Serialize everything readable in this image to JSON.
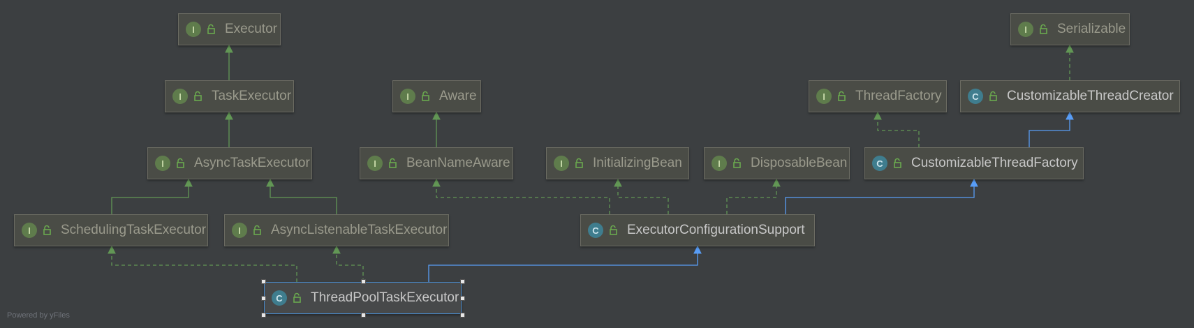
{
  "diagram": {
    "nodes": [
      {
        "id": "executor",
        "label": "Executor",
        "kind": "I"
      },
      {
        "id": "serializable",
        "label": "Serializable",
        "kind": "I"
      },
      {
        "id": "task-executor",
        "label": "TaskExecutor",
        "kind": "I"
      },
      {
        "id": "aware",
        "label": "Aware",
        "kind": "I"
      },
      {
        "id": "thread-factory",
        "label": "ThreadFactory",
        "kind": "I"
      },
      {
        "id": "customizable-thread-creator",
        "label": "CustomizableThreadCreator",
        "kind": "C"
      },
      {
        "id": "async-task-executor",
        "label": "AsyncTaskExecutor",
        "kind": "I"
      },
      {
        "id": "bean-name-aware",
        "label": "BeanNameAware",
        "kind": "I"
      },
      {
        "id": "initializing-bean",
        "label": "InitializingBean",
        "kind": "I"
      },
      {
        "id": "disposable-bean",
        "label": "DisposableBean",
        "kind": "I"
      },
      {
        "id": "customizable-thread-factory",
        "label": "CustomizableThreadFactory",
        "kind": "C"
      },
      {
        "id": "scheduling-task-executor",
        "label": "SchedulingTaskExecutor",
        "kind": "I"
      },
      {
        "id": "async-listenable-task-executor",
        "label": "AsyncListenableTaskExecutor",
        "kind": "I"
      },
      {
        "id": "executor-configuration-support",
        "label": "ExecutorConfigurationSupport",
        "kind": "C"
      },
      {
        "id": "thread-pool-task-executor",
        "label": "ThreadPoolTaskExecutor",
        "kind": "C"
      }
    ],
    "edges": [
      {
        "from": "task-executor",
        "to": "executor",
        "type": "extends"
      },
      {
        "from": "async-task-executor",
        "to": "task-executor",
        "type": "extends"
      },
      {
        "from": "scheduling-task-executor",
        "to": "async-task-executor",
        "type": "extends"
      },
      {
        "from": "async-listenable-task-executor",
        "to": "async-task-executor",
        "type": "extends"
      },
      {
        "from": "bean-name-aware",
        "to": "aware",
        "type": "extends"
      },
      {
        "from": "customizable-thread-creator",
        "to": "serializable",
        "type": "implements"
      },
      {
        "from": "customizable-thread-factory",
        "to": "thread-factory",
        "type": "implements"
      },
      {
        "from": "customizable-thread-factory",
        "to": "customizable-thread-creator",
        "type": "class-extends"
      },
      {
        "from": "executor-configuration-support",
        "to": "bean-name-aware",
        "type": "implements"
      },
      {
        "from": "executor-configuration-support",
        "to": "initializing-bean",
        "type": "implements"
      },
      {
        "from": "executor-configuration-support",
        "to": "disposable-bean",
        "type": "implements"
      },
      {
        "from": "executor-configuration-support",
        "to": "customizable-thread-factory",
        "type": "class-extends"
      },
      {
        "from": "thread-pool-task-executor",
        "to": "scheduling-task-executor",
        "type": "implements"
      },
      {
        "from": "thread-pool-task-executor",
        "to": "async-listenable-task-executor",
        "type": "implements"
      },
      {
        "from": "thread-pool-task-executor",
        "to": "executor-configuration-support",
        "type": "class-extends"
      }
    ],
    "selected": "thread-pool-task-executor",
    "colors": {
      "extends": "#629755",
      "implements": "#629755",
      "class-extends": "#589df6"
    }
  },
  "footer": "Powered by yFiles"
}
